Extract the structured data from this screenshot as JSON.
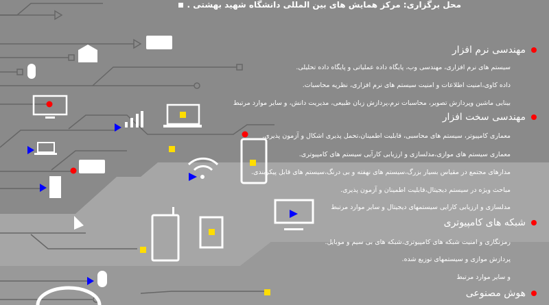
{
  "title": "محل برگزاری: مرکز همایش های بین المللی دانشگاه شهید بهشتی .",
  "colors": {
    "bullet": "#ff0000",
    "arrow": "#0000ff",
    "marker": "#ffdd00",
    "background": "#8a8a8a"
  },
  "sections": [
    {
      "heading": "مهندسی نرم افزار",
      "items": [
        "سیستم های نرم افزاری، مهندسی وب، پایگاه داده عملیاتی و پایگاه داده تحلیلی.",
        "داده کاوی،امنیت اطلاعات و امنیت سیستم های نرم افزاری، نظریه محاسبات.",
        "بینایی ماشین وپردازش تصویر، محاسبات نرم،پردازش زبان طبیعی، مدیریت دانش، و سایر موارد مرتبط"
      ]
    },
    {
      "heading": "مهندسی سخت افزار",
      "items": [
        "معماری کامپیوتر، سیستم های محاسبی، قابلیت اطمینان،تحمل پذیری اشکال و آزمون پذیری.",
        "معماری سیستم های موازی،مدلسازی و ارزیابی کارآیی سیستم های کامپیوتری.",
        "مدارهای مجتمع در مقیاس بسیار بزرگ،سیستم های نهفته و بی درنگ،سیستم های قابل پیکربندی.",
        "مباحث ویژه در سیستم دیجیتال،قابلیت اطمینان و آزمون پذیری.",
        "مدلسازی و ارزیابی کارایی سیستمهای دیجیتال و سایر موارد مرتبط"
      ]
    },
    {
      "heading": "شبکه های کامپیوتری",
      "items": [
        "رمزنگاری و امنیت شبکه های کامپیوتری،شبکه های بی سیم و موبایل.",
        "پردازش موازی و سیستمهای توزیع شده.",
        "و سایر موارد مرتبط"
      ]
    },
    {
      "heading": "هوش مصنوعی",
      "items": []
    }
  ]
}
